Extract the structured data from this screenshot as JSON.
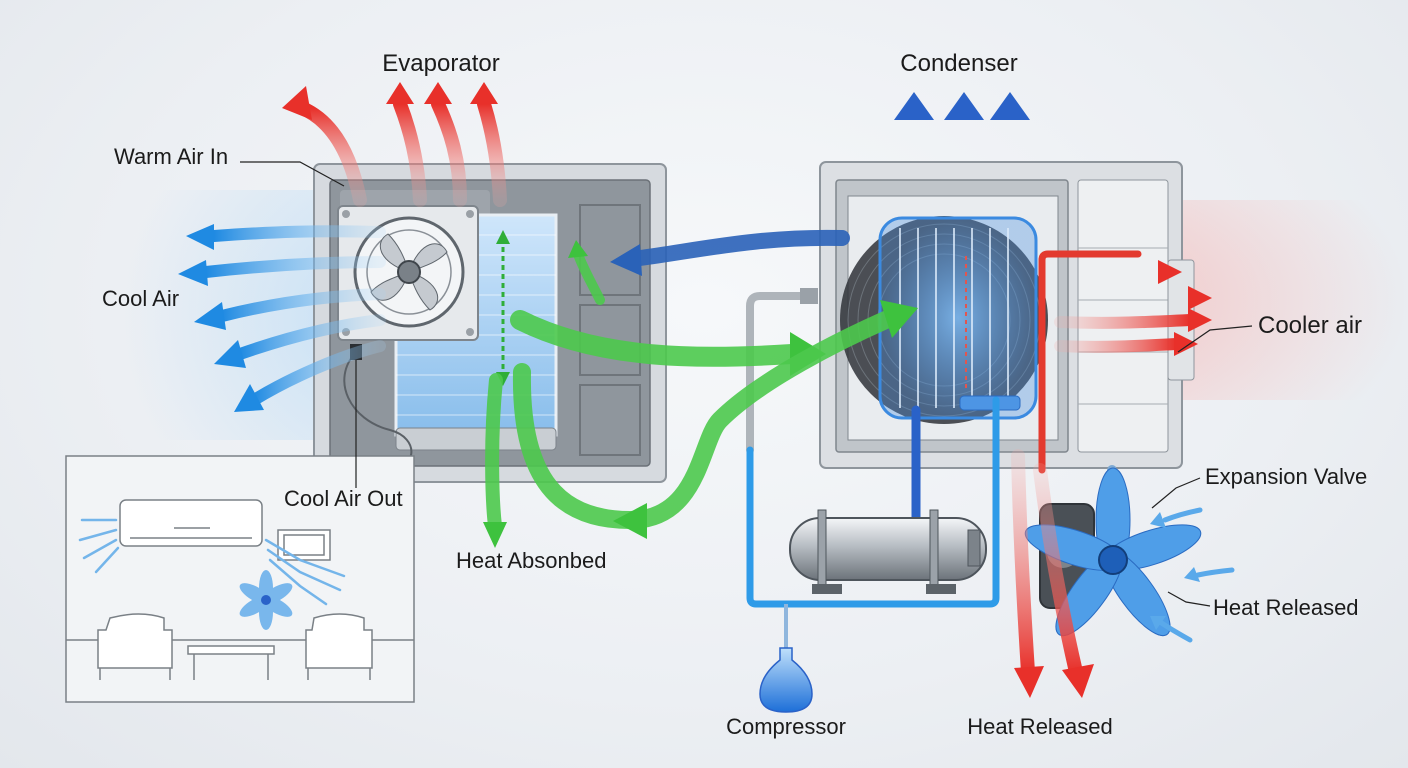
{
  "labels": {
    "evaporator": "Evaporator",
    "condenser": "Condenser",
    "warm_air_in": "Warm Air In",
    "cool_air": "Cool Air",
    "cool_air_out": "Cool Air Out",
    "heat_absorbed": "Heat Absonbed",
    "cooler_air": "Cooler air",
    "expansion_valve": "Expansion Valve",
    "heat_released_fan": "Heat Released",
    "compressor": "Compressor",
    "heat_released_bottom": "Heat Released"
  },
  "colors": {
    "hot": "#e8302a",
    "cold": "#2a8de0",
    "refrigerant": "#3ec23e",
    "dark_blue": "#2a62b8",
    "unit_body": "#d4d8dc",
    "unit_inner": "#9aa0a6"
  }
}
